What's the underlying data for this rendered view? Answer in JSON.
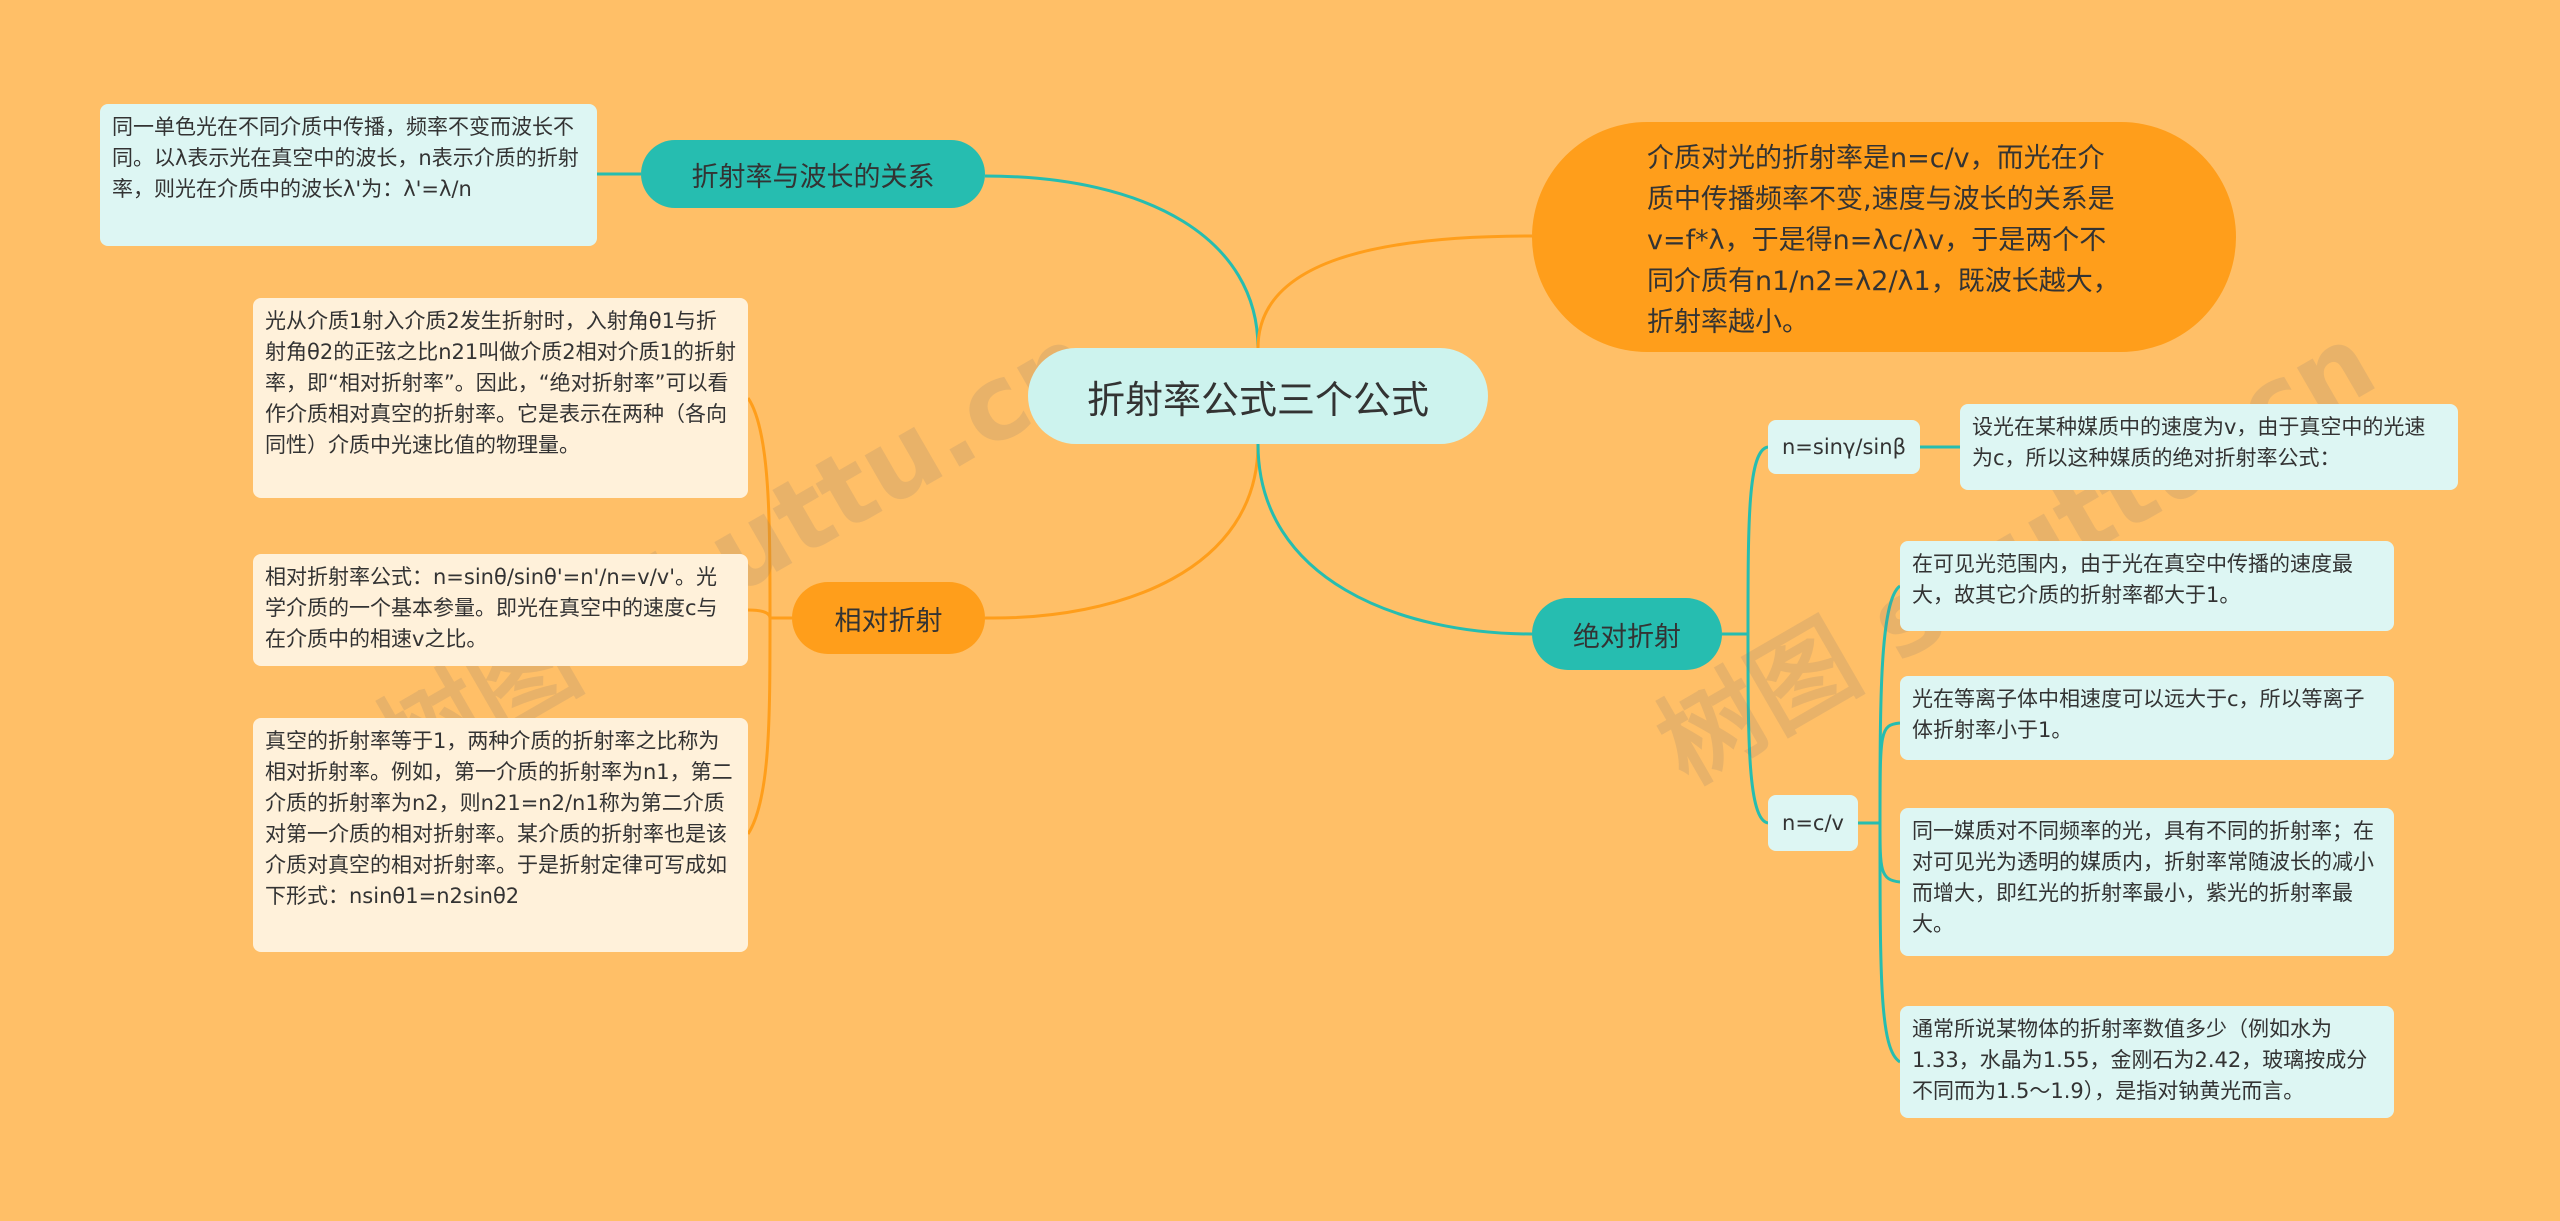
{
  "center": "折射率公式三个公式",
  "definition": "介质对光的折射率是n=c/v，而光在介质中传播频率不变,速度与波长的关系是v=f*λ，于是得n=λc/λv，于是两个不同介质有n1/n2=λ2/λ1，既波长越大，折射率越小。",
  "wavelength": {
    "label": "折射率与波长的关系",
    "note": "同一单色光在不同介质中传播，频率不变而波长不同。以λ表示光在真空中的波长，n表示介质的折射率，则光在介质中的波长λ'为：λ'=λ/n"
  },
  "relative": {
    "label": "相对折射",
    "notes": [
      "光从介质1射入介质2发生折射时，入射角θ1与折射角θ2的正弦之比n21叫做介质2相对介质1的折射率，即“相对折射率”。因此，“绝对折射率”可以看作介质相对真空的折射率。它是表示在两种（各向同性）介质中光速比值的物理量。",
      "相对折射率公式：n=sinθ/sinθ'=n'/n=v/v'。光学介质的一个基本参量。即光在真空中的速度c与在介质中的相速v之比。",
      "真空的折射率等于1，两种介质的折射率之比称为相对折射率。例如，第一介质的折射率为n1，第二介质的折射率为n2，则n21=n2/n1称为第二介质对第一介质的相对折射率。某介质的折射率也是该介质对真空的相对折射率。于是折射定律可写成如下形式：nsinθ1=n2sinθ2"
    ]
  },
  "absolute": {
    "label": "绝对折射",
    "formula1": "n=sinγ/sinβ",
    "formula1_note": "设光在某种媒质中的速度为v，由于真空中的光速为c，所以这种媒质的绝对折射率公式：",
    "formula2": "n=c/v",
    "formula2_notes": [
      "在可见光范围内，由于光在真空中传播的速度最大，故其它介质的折射率都大于1。",
      "光在等离子体中相速度可以远大于c，所以等离子体折射率小于1。",
      "同一媒质对不同频率的光，具有不同的折射率；在对可见光为透明的媒质内，折射率常随波长的减小而增大，即红光的折射率最小，紫光的折射率最大。",
      "通常所说某物体的折射率数值多少（例如水为1.33，水晶为1.55，金刚石为2.42，玻璃按成分不同而为1.5～1.9），是指对钠黄光而言。"
    ]
  },
  "watermark": "树图 shuttu.cn",
  "colors": {
    "background": "#FFBF67",
    "teal": "#26BDB0",
    "orange": "#FF9E1B",
    "center_fill": "#CDF3EE",
    "cream_leaf": "#FFF1DA",
    "mint_leaf": "#DDF6F3"
  }
}
